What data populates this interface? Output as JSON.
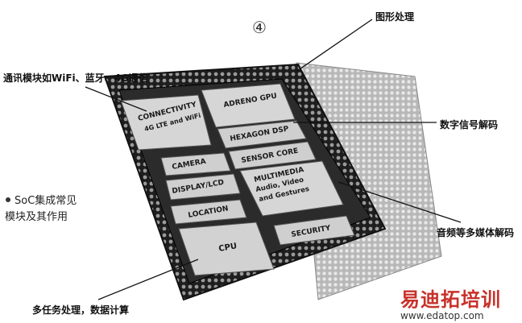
{
  "diagram": {
    "circled_number": "④",
    "callouts": {
      "graphics": "图形处理",
      "connectivity": "通讯模块如WiFi、蓝牙、4G通信",
      "dsp": "数字信号解码",
      "multimedia": "音频等多媒体解码",
      "cpu": "多任务处理，数据计算"
    },
    "note": {
      "line1": "SoC集成常见",
      "line2": "模块及其作用"
    },
    "blocks": {
      "connectivity_1": "CONNECTIVITY",
      "connectivity_2": "4G LTE and WiFi",
      "gpu": "ADRENO GPU",
      "dsp": "HEXAGON DSP",
      "camera": "CAMERA",
      "sensor": "SENSOR CORE",
      "display": "DISPLAY/LCD",
      "multimedia_1": "MULTIMEDIA",
      "multimedia_2": "Audio, Video",
      "multimedia_3": "and Gestures",
      "location": "LOCATION",
      "cpu": "CPU",
      "security": "SECURITY"
    }
  },
  "watermark": {
    "brand": "易迪拓培训",
    "url": "www.edatop.com"
  }
}
